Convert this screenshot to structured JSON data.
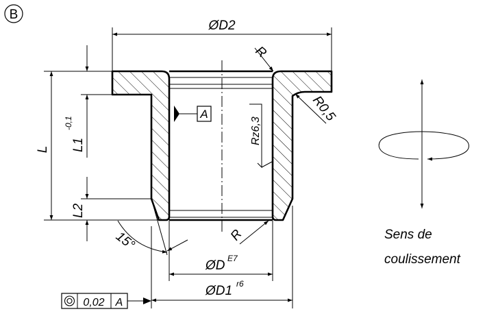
{
  "view_marker": "B",
  "dimensions": {
    "d2": "ØD2",
    "d": "ØD",
    "d_tolerance": "E7",
    "d1": "ØD1",
    "d1_tolerance": "r6",
    "l": "L",
    "l1": "L1",
    "l1_tolerance": "-0,1",
    "l2": "L2",
    "chamfer_angle": "15°",
    "radius_top": "R",
    "radius_bottom": "R",
    "radius_outer": "R0,5",
    "roughness": "Rz6,3",
    "datum": "A"
  },
  "tolerance_frame": {
    "symbol": "concentricity-icon",
    "value": "0,02",
    "datum": "A"
  },
  "motion_caption": {
    "line1": "Sens de",
    "line2": "coulissement"
  }
}
